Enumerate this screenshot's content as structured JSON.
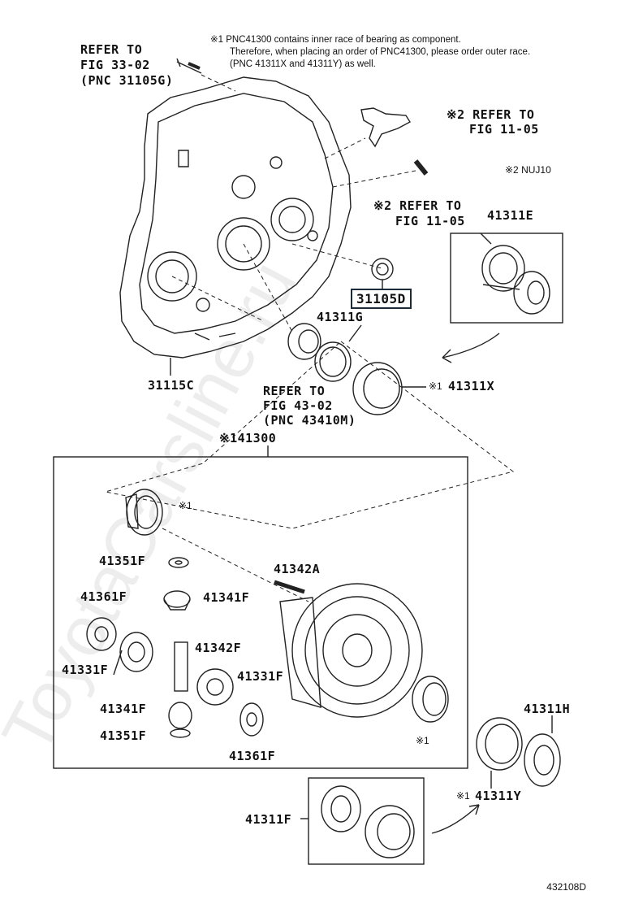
{
  "notes": {
    "note1_line1": "※1 PNC41300 contains inner race of bearing as component.",
    "note1_line2": "Therefore, when placing an order of PNC41300, please order outer race.",
    "note1_line3": "(PNC 41311X and 41311Y) as well.",
    "note2": "※2  NUJ10"
  },
  "refs": {
    "ref_3302_l1": "REFER TO",
    "ref_3302_l2": "FIG 33-02",
    "ref_3302_l3": "(PNC 31105G)",
    "ref_1105a_l1": "※2 REFER TO",
    "ref_1105a_l2": "FIG 11-05",
    "ref_1105b_l1": "※2 REFER TO",
    "ref_1105b_l2": "FIG 11-05",
    "ref_4302_l1": "REFER TO",
    "ref_4302_l2": "FIG 43-02",
    "ref_4302_l3": "(PNC 43410M)"
  },
  "parts": {
    "p41311E": "41311E",
    "p31105D": "31105D",
    "p41311G": "41311G",
    "p31115C": "31115C",
    "p41311X": "41311X",
    "p41311X_mark": "※1",
    "p41300": "※141300",
    "p41351F_a": "41351F",
    "p41342A": "41342A",
    "p41361F_a": "41361F",
    "p41341F_a": "41341F",
    "p41342F": "41342F",
    "p41331F_a": "41331F",
    "p41331F_b": "41331F",
    "p41341F_b": "41341F",
    "p41351F_b": "41351F",
    "p41361F_b": "41361F",
    "p41311H": "41311H",
    "p41311Y": "41311Y",
    "p41311Y_mark": "※1",
    "p41311F": "41311F",
    "mark_bearing_top": "※1",
    "mark_bearing_bottom": "※1"
  },
  "footer": {
    "figure_id": "432108D"
  },
  "watermark": "ToyotaCarsline.ru"
}
